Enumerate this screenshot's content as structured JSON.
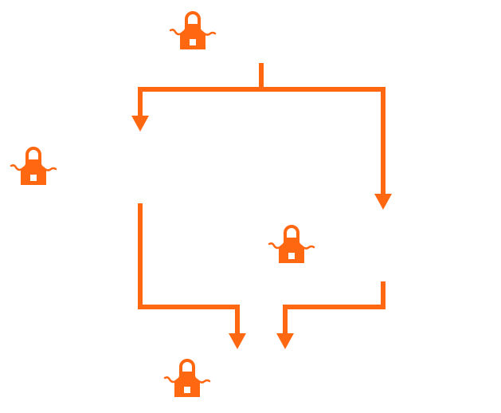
{
  "diagram": {
    "title": "",
    "accent_color": "#ff6711",
    "background_color": "#ffffff",
    "nodes": [
      {
        "id": "top",
        "icon": "apron-icon"
      },
      {
        "id": "left",
        "icon": "apron-icon"
      },
      {
        "id": "middle",
        "icon": "apron-icon"
      },
      {
        "id": "bottom",
        "icon": "apron-icon"
      }
    ],
    "edges": [
      {
        "from": "root-split",
        "to": "left-branch",
        "style": "arrow"
      },
      {
        "from": "root-split",
        "to": "right-branch",
        "style": "arrow"
      },
      {
        "from": "left-branch",
        "to": "merge",
        "style": "arrow"
      },
      {
        "from": "right-branch",
        "to": "merge",
        "style": "arrow"
      }
    ]
  }
}
